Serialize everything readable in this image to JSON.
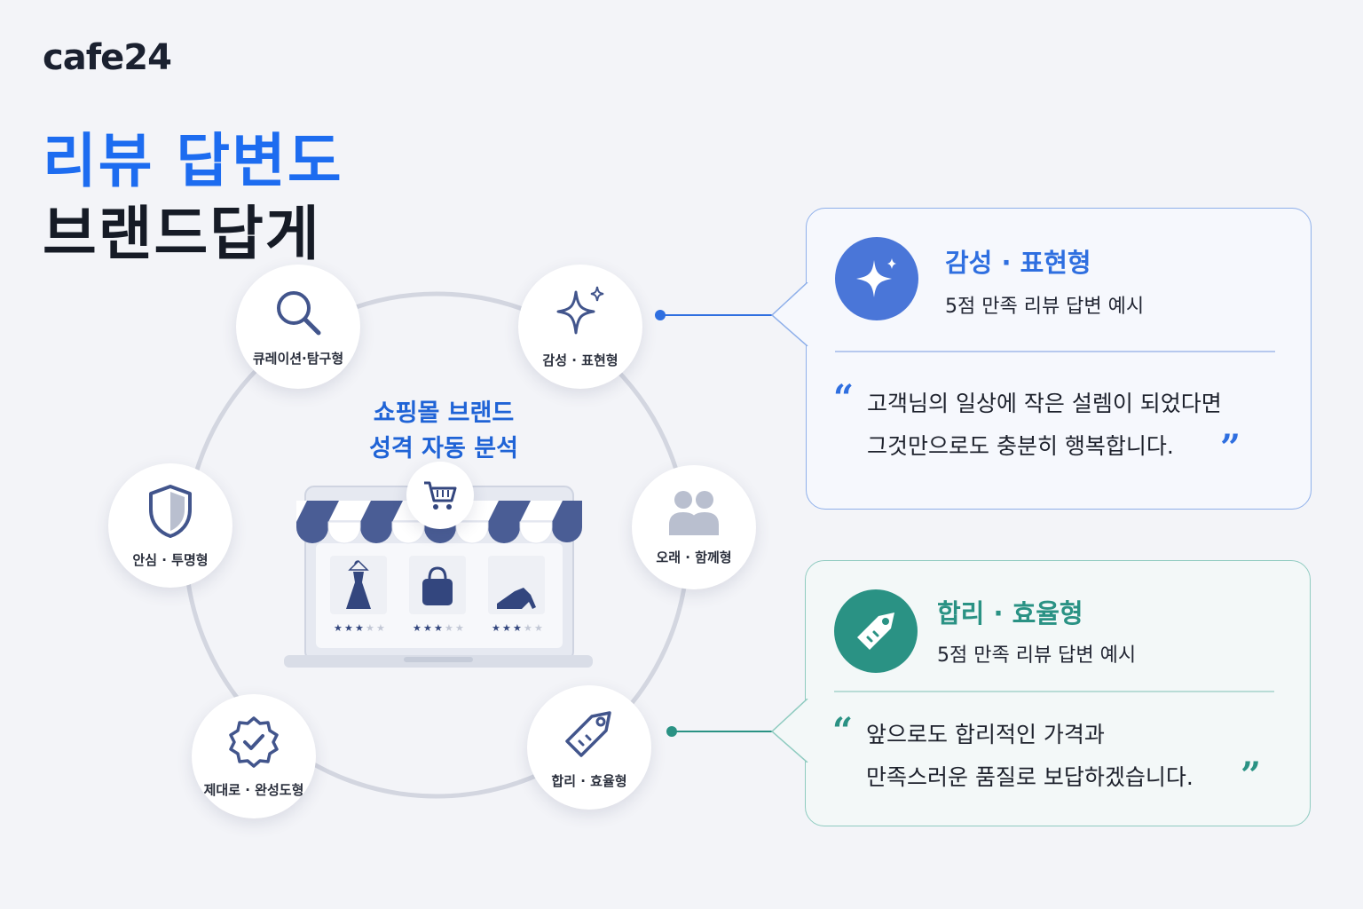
{
  "brand": {
    "logo": "cafe24"
  },
  "headline": {
    "line1": "리뷰 답변도",
    "line2": "브랜드답게"
  },
  "diagram": {
    "center_title_line1": "쇼핑몰 브랜드",
    "center_title_line2": "성격 자동 분석",
    "nodes": [
      {
        "label": "큐레이션·탐구형",
        "icon": "search-icon"
      },
      {
        "label": "감성 · 표현형",
        "icon": "sparkle-icon"
      },
      {
        "label": "오래 · 함께형",
        "icon": "people-icon"
      },
      {
        "label": "합리 · 효율형",
        "icon": "price-tag-icon"
      },
      {
        "label": "제대로 · 완성도형",
        "icon": "verified-badge-icon"
      },
      {
        "label": "안심 · 투명형",
        "icon": "shield-icon"
      }
    ],
    "product_ratings": [
      3,
      3,
      3
    ]
  },
  "cards": [
    {
      "title": "감성 · 표현형",
      "subtitle": "5점 만족 리뷰 답변 예시",
      "quote_line1": "고객님의 일상에 작은 설렘이 되었다면",
      "quote_line2": "그것만으로도 충분히 행복합니다.",
      "accent": "#2f6fe0",
      "icon": "sparkle-icon"
    },
    {
      "title": "합리 · 효율형",
      "subtitle": "5점 만족 리뷰 답변 예시",
      "quote_line1": "앞으로도 합리적인 가격과",
      "quote_line2": "만족스러운 품질로 보답하겠습니다.",
      "accent": "#2a9284",
      "icon": "price-tag-icon"
    }
  ],
  "colors": {
    "blue": "#1d6cf0",
    "teal": "#2a9284",
    "navy": "#42558c"
  }
}
